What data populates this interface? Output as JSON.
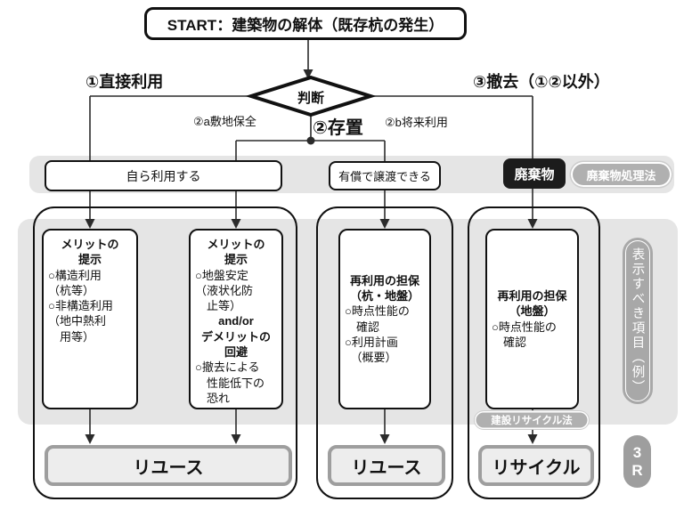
{
  "colors": {
    "band": "#e5e5e5",
    "pill_gray": "#b0b0b0",
    "side_pill_gray": "#a8a8a8",
    "badge_gray": "#9e9e9e",
    "outcome_fill": "#ededed",
    "outcome_border": "#9e9e9e",
    "waste_black": "#1c1c1c",
    "line": "#2b2b2b"
  },
  "start": {
    "label": "START：建築物の解体（既存杭の発生）"
  },
  "decision": {
    "label": "判断"
  },
  "branches": {
    "direct_use": "①直接利用",
    "leave_in_place": "②存置",
    "site_preservation": "②a敷地保全",
    "future_use": "②b将来利用",
    "removal": "③撤去（①②以外）"
  },
  "row1": {
    "self_use": "自ら利用する",
    "paid_transfer": "有償で譲渡できる",
    "waste": "廃棄物",
    "waste_law": "廃棄物処理法"
  },
  "boxes": {
    "box1": {
      "lines": [
        {
          "t": "メリットの",
          "s": "lb"
        },
        {
          "t": "提示",
          "s": "lb"
        },
        {
          "t": "○構造利用",
          "s": "ln"
        },
        {
          "t": "（杭等）",
          "s": "ln"
        },
        {
          "t": "○非構造利用",
          "s": "ln"
        },
        {
          "t": "（地中熱利",
          "s": "ln"
        },
        {
          "t": "　用等）",
          "s": "ln"
        }
      ]
    },
    "box2": {
      "lines": [
        {
          "t": "メリットの",
          "s": "lb"
        },
        {
          "t": "提示",
          "s": "lb"
        },
        {
          "t": "○地盤安定",
          "s": "ln"
        },
        {
          "t": "（液状化防",
          "s": "ln"
        },
        {
          "t": "　止等）",
          "s": "ln"
        },
        {
          "t": "and/or",
          "s": "lb"
        },
        {
          "t": "デメリットの",
          "s": "lb"
        },
        {
          "t": "回避",
          "s": "lb"
        },
        {
          "t": "○撤去による",
          "s": "ln"
        },
        {
          "t": "　性能低下の",
          "s": "ln"
        },
        {
          "t": "　恐れ",
          "s": "ln"
        }
      ]
    },
    "box3": {
      "lines": [
        {
          "t": "再利用の担保",
          "s": "lb"
        },
        {
          "t": "（杭・地盤）",
          "s": "lb"
        },
        {
          "t": "○時点性能の",
          "s": "ln"
        },
        {
          "t": "　確認",
          "s": "ln"
        },
        {
          "t": "○利用計画",
          "s": "ln"
        },
        {
          "t": "　（概要）",
          "s": "ln"
        }
      ]
    },
    "box4": {
      "lines": [
        {
          "t": "再利用の担保",
          "s": "lb"
        },
        {
          "t": "（地盤）",
          "s": "lb"
        },
        {
          "t": "○時点性能の",
          "s": "ln"
        },
        {
          "t": "　確認",
          "s": "ln"
        }
      ]
    }
  },
  "outcomes": {
    "reuse_left": "リユース",
    "reuse_mid": "リユース",
    "recycle": "リサイクル"
  },
  "recycle_law": "建設リサイクル法",
  "side_label": "表示すべき項目（例）",
  "badge_3r": {
    "lines": [
      "3",
      "R"
    ]
  }
}
